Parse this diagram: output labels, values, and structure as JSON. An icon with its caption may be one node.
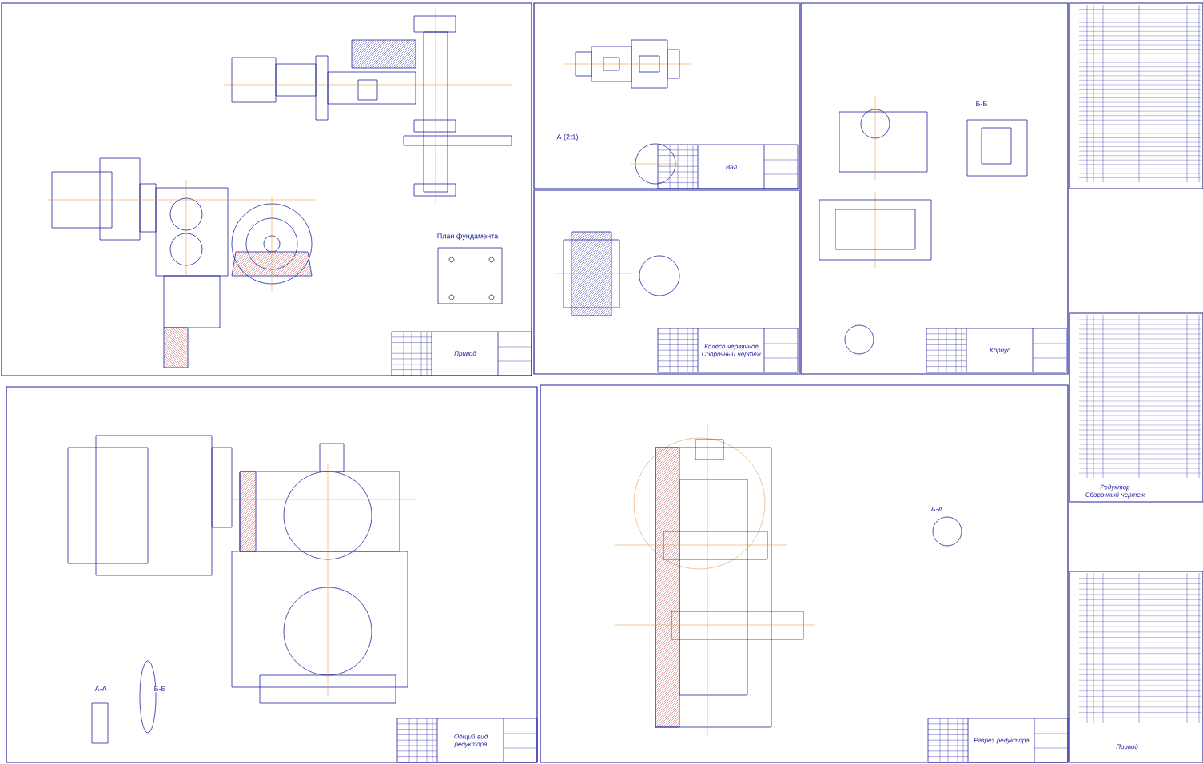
{
  "diagram": {
    "labels": [
      "А (2:1)",
      "План фундамента",
      "Б-Б",
      "Привод",
      "Вал",
      "Колесо червячное Сборочный чертеж",
      "Корпус",
      "Редуктор Сборочный чертеж",
      "А-А",
      "Привод",
      "А-А",
      "Б-Б",
      "Общий вид редуктора",
      "Разрез редуктора"
    ]
  }
}
